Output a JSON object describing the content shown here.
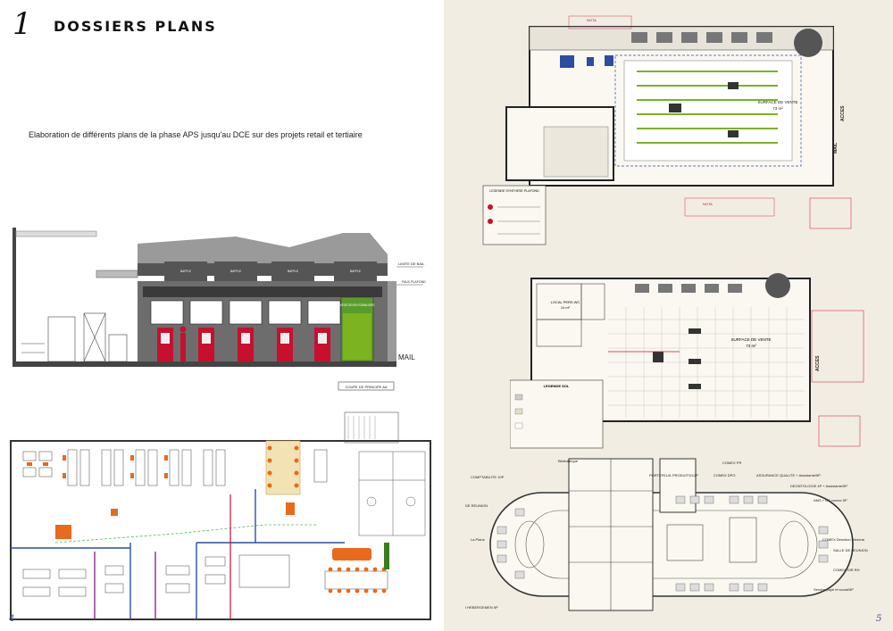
{
  "header": {
    "number": "1",
    "title": "DOSSIERS PLANS",
    "intro": "Elaboration de différents plans de la phase APS jusqu'au DCE sur des projets retail et tertiaire"
  },
  "pages": {
    "left": "4",
    "right": "5"
  },
  "section_drawing": {
    "label_mail": "MAIL",
    "label_limite_bail": "LIMITE DE BAIL",
    "label_faux_plafond": "FAUX PLAFOND",
    "label_cut": "COUPE DE PRINCIPE AA",
    "label_vegetation": "VEGETATION STABILISEE",
    "label_baffle": "BAFFLE ACOUSTIQUE"
  },
  "plan_top": {
    "label_surface": "SURFACE DE VENTE",
    "label_surface_area": "73 m²",
    "label_acces": "ACCES",
    "label_mail": "MAIL",
    "label_legende": "LEGENDE SYNTHESE PLAFOND"
  },
  "plan_mid": {
    "label_surface": "SURFACE DE VENTE",
    "label_surface_area": "73 m²",
    "label_local": "LOCAL PERS.WC",
    "label_local_area": "14 m²",
    "label_legende": "LEGENDE SOL",
    "label_acces": "ACCES"
  },
  "plan_office": {
    "labels": [
      "COMPTABILITE 10P",
      "COMEX PR",
      "PORTEFEUIL PRODUITS/12P",
      "COMEX DPO",
      "ASSURANCE QUALITE + Assistante/5P",
      "DEONTOLOGIE 4P + Assistante/5P",
      "AMS + DS comex 5P",
      "COMEX Direction Général",
      "SALLE DE REUNION",
      "COMEX DIR RH",
      "Service paye et social/5P",
      "La Plane",
      "DE REUNION",
      "I HEBERGEMEN 5P",
      "Bibliothèque"
    ]
  },
  "colors": {
    "paper": "#f2ede2",
    "red": "#c8102e",
    "green": "#7bb321",
    "blue": "#2a4fa0",
    "orange": "#e86a1c"
  }
}
